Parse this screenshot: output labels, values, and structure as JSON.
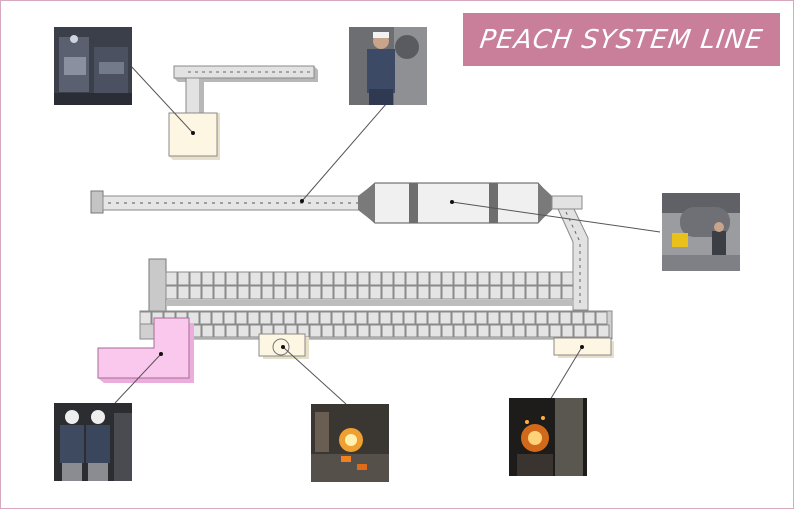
{
  "title": "PEACH SYSTEM LINE",
  "photos": [
    {
      "id": "photo-top-left",
      "subject": "molding plant machinery"
    },
    {
      "id": "photo-top-center",
      "subject": "worker at machine"
    },
    {
      "id": "photo-right",
      "subject": "rotary drum with forklift"
    },
    {
      "id": "photo-bottom-left",
      "subject": "two workers in helmets"
    },
    {
      "id": "photo-bottom-center",
      "subject": "molten metal pouring"
    },
    {
      "id": "photo-bottom-right",
      "subject": "furnace with sparks"
    }
  ],
  "colors": {
    "title_bg": "#c97f99",
    "frame": "#d7a9bf",
    "conveyor": "#dcdcdc",
    "station": "#fdf6e3",
    "pink_station": "#f9c8ec"
  }
}
